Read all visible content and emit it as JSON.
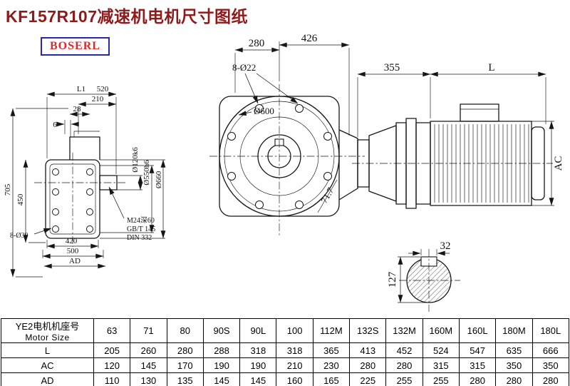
{
  "title": "KF157R107减速机电机尺寸图纸",
  "logo": {
    "text": "BOSERL"
  },
  "drawing": {
    "front_view": {
      "dim_280": "280",
      "dim_426": "426",
      "holes": "8-Ø22",
      "dia": "Ø600",
      "angle": "71.7"
    },
    "side_view": {
      "dim_L1": "L1",
      "dim_520": "520",
      "dim_210": "210",
      "dim_28": "28",
      "dim_6": "6",
      "dim_705": "705",
      "dim_450": "450",
      "dim_420": "420",
      "dim_500": "500",
      "dim_AD": "AD",
      "dia_shaft": "Ø120k6",
      "dia_spigot": "Ø550h6",
      "dia_flange": "Ø660",
      "holes": "8-Ø39",
      "tap_note1": "M24深60",
      "tap_note2": "GB/T 145",
      "tap_note3": "DIN 332"
    },
    "motor_view": {
      "dim_355": "355",
      "dim_L": "L",
      "dim_AC": "AC"
    },
    "shaft_section": {
      "dim_32": "32",
      "dim_127": "127"
    }
  },
  "table": {
    "row_header_line1": "YE2电机机座号",
    "row_header_line2": "Motor Size",
    "columns": [
      "63",
      "71",
      "80",
      "90S",
      "90L",
      "100",
      "112M",
      "132S",
      "132M",
      "160M",
      "160L",
      "180M",
      "180L"
    ],
    "rows": [
      {
        "label": "L",
        "values": [
          "205",
          "260",
          "280",
          "288",
          "318",
          "318",
          "365",
          "413",
          "452",
          "524",
          "547",
          "635",
          "666"
        ]
      },
      {
        "label": "AC",
        "values": [
          "120",
          "145",
          "170",
          "190",
          "190",
          "210",
          "230",
          "280",
          "280",
          "315",
          "315",
          "350",
          "350"
        ]
      },
      {
        "label": "AD",
        "values": [
          "110",
          "130",
          "135",
          "145",
          "145",
          "160",
          "165",
          "225",
          "255",
          "255",
          "280",
          "280",
          "280"
        ]
      }
    ]
  }
}
